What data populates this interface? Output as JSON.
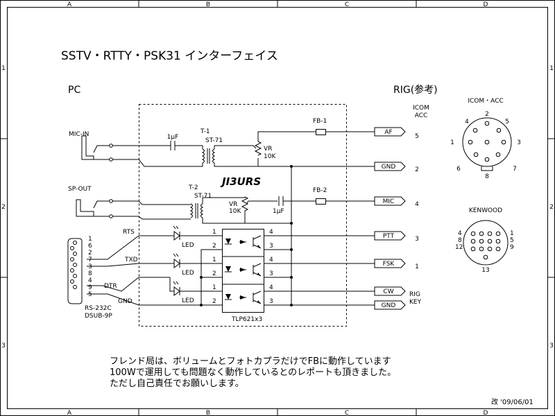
{
  "frame": {
    "cols": [
      "A",
      "B",
      "C",
      "D"
    ],
    "rows": [
      "1",
      "2",
      "3"
    ]
  },
  "title": "SSTV・RTTY・PSK31 インターフェイス",
  "pc_label": "PC",
  "rig_label": "RIG(参考)",
  "callsign": "JI3URS",
  "left": {
    "mic_in": "MIC-IN",
    "sp_out": "SP-OUT",
    "rs232c": "RS-232C",
    "dsub": "DSUB-9P",
    "pins": [
      "1",
      "6",
      "2",
      "7",
      "3",
      "8",
      "4",
      "9",
      "5"
    ],
    "signals": [
      "RTS",
      "TXD",
      "DTR",
      "GND"
    ]
  },
  "components": {
    "cap1": "1μF",
    "t1": "T-1",
    "st71_1": "ST-71",
    "vr1": "VR",
    "vr1_val": "10K",
    "fb1": "FB-1",
    "t2": "T-2",
    "st71_2": "ST-71",
    "vr2": "VR",
    "vr2_val": "10K",
    "cap2": "1μF",
    "fb2": "FB-2",
    "led": "LED",
    "opto_pin1": "1",
    "opto_pin2": "2",
    "opto_pin3": "3",
    "opto_pin4": "4",
    "tlp": "TLP621x3"
  },
  "outputs": {
    "af": "AF",
    "gnd": "GND",
    "mic": "MIC",
    "ptt": "PTT",
    "fsk": "FSK",
    "cw": "CW",
    "gnd2": "GND"
  },
  "acc": {
    "header1": "ICOM",
    "header2": "ACC",
    "pins": [
      "5",
      "2",
      "4",
      "3",
      "1"
    ],
    "rig_key1": "RIG",
    "rig_key2": "KEY"
  },
  "icom_acc": {
    "title": "ICOM・ACC",
    "pins": [
      "2",
      "4",
      "5",
      "1",
      "3",
      "6",
      "7",
      "8"
    ]
  },
  "kenwood": {
    "title": "KENWOOD",
    "left_top": "4",
    "left_mid": "8",
    "left_bot": "12",
    "right_top": "1",
    "right_mid": "5",
    "right_bot": "9",
    "bottom": "13"
  },
  "notes": [
    "フレンド局は、ボリュームとフォトカプラだけでFBに動作しています",
    "100Wで運用しても問題なく動作しているとのレポートも頂きました。",
    "ただし自己責任でお願いします。"
  ],
  "revision": "改 '09/06/01"
}
